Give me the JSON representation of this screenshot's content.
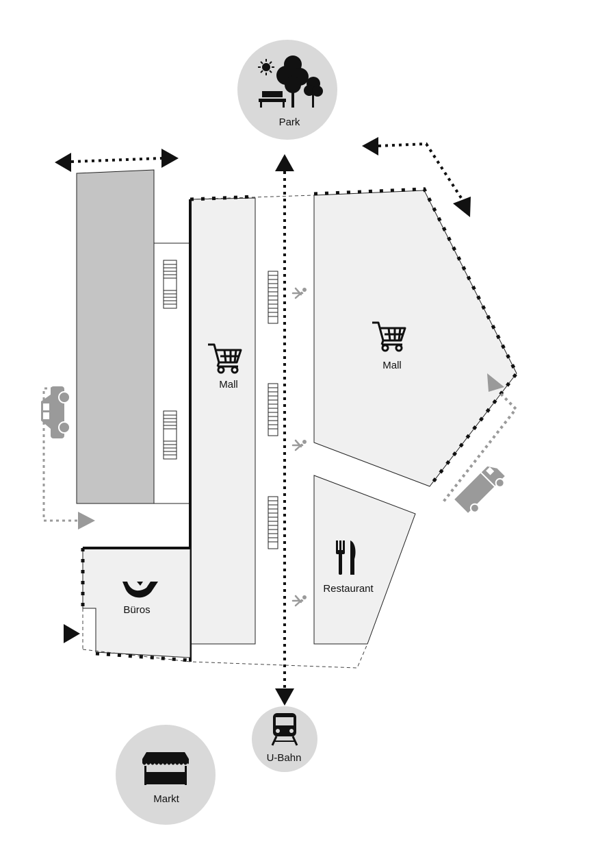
{
  "labels": {
    "park": "Park",
    "mall_left": "Mall",
    "mall_right": "Mall",
    "restaurant": "Restaurant",
    "offices": "Büros",
    "subway": "U-Bahn",
    "market": "Markt"
  },
  "icons": {
    "park": "park-trees-bench-icon",
    "mall": "shopping-cart-icon",
    "restaurant": "fork-knife-icon",
    "offices": "post-horn-icon",
    "subway": "train-icon",
    "market": "market-stall-icon",
    "car": "car-icon",
    "truck": "delivery-truck-icon",
    "pedestrian": "pedestrian-icon"
  },
  "colors": {
    "circle_fill": "#d9d9d9",
    "building_fill": "#f0f0f0",
    "dark_block": "#c4c4c4",
    "black": "#111111",
    "grey_arrow": "#9a9a9a"
  }
}
